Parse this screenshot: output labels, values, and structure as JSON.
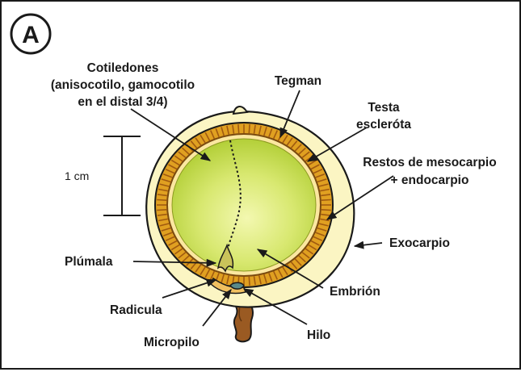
{
  "figure": {
    "panel_letter": "A",
    "scale_label": "1 cm",
    "labels": {
      "cotiledones_1": "Cotiledones",
      "cotiledones_2": "(anisocotilo, gamocotilo",
      "cotiledones_3": "en el distal 3/4)",
      "tegman": "Tegman",
      "testa_1": "Testa",
      "testa_2": "escleróta",
      "restos_1": "Restos de mesocarpio",
      "restos_2": "+ endocarpio",
      "exocarpio": "Exocarpio",
      "plumala": "Plúmala",
      "embrion": "Embrión",
      "radicula": "Radicula",
      "micropilo": "Micropilo",
      "hilo": "Hilo"
    },
    "colors": {
      "outer_fruit": "#fbf5c3",
      "testa": "#e0a021",
      "testa_ribs": "#a05a10",
      "embryo_light": "#f1f6a8",
      "embryo_dark": "#b6d13a",
      "stalk": "#9a5a22",
      "outline": "#1a1a1a"
    }
  }
}
